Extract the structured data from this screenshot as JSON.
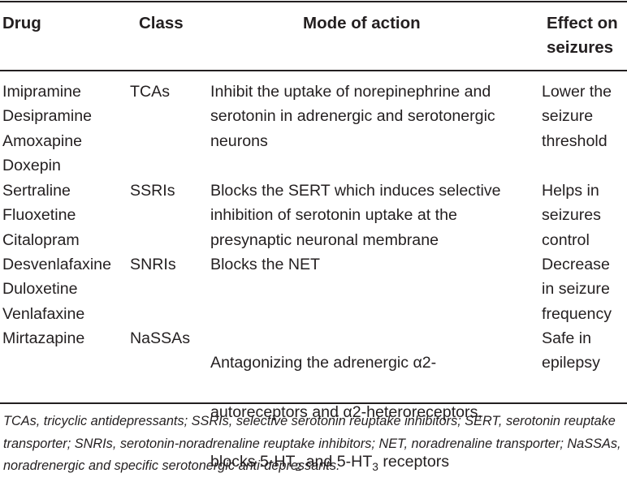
{
  "table": {
    "headers": {
      "drug": "Drug",
      "class": "Class",
      "mode": "Mode of action",
      "effect_line1": "Effect on",
      "effect_line2": "seizures"
    },
    "rows": [
      {
        "drugs": "Imipramine\nDesipramine\nAmoxapine\nDoxepin",
        "class": "TCAs",
        "mode": "Inhibit the uptake of norepinephrine and\nserotonin in adrenergic and serotonergic\nneurons",
        "effect": "Lower the\nseizure\nthreshold"
      },
      {
        "drugs": "Sertraline\nFluoxetine\nCitalopram",
        "class": "SSRIs",
        "mode": "Blocks the SERT which induces selective\ninhibition of serotonin uptake at the\npresynaptic neuronal membrane",
        "effect": "Helps in\nseizures\ncontrol"
      },
      {
        "drugs": "Desvenlafaxine\nDuloxetine\nVenlafaxine",
        "class": "SNRIs",
        "mode": "Blocks the NET",
        "effect": "Decrease\nin seizure\nfrequency"
      },
      {
        "drugs": "Mirtazapine",
        "class": "NaSSAs",
        "mode_line1": "Antagonizing the adrenergic α2-",
        "mode_line2": "autoreceptors and α2-heteroreceptors,",
        "mode_line3_a": "blocks 5-HT",
        "mode_line3_sub1": "2",
        "mode_line3_b": " and 5-HT",
        "mode_line3_sub2": "3",
        "mode_line3_c": " receptors",
        "effect": "Safe in\nepilepsy"
      }
    ]
  },
  "footnote": "TCAs, tricyclic antidepressants; SSRIs, selective serotonin reuptake inhibitors; SERT, serotonin reuptake transporter; SNRIs, serotonin-noradrenaline reuptake inhibitors; NET, noradrenaline transporter; NaSSAs, noradrenergic and specific serotonergic anti-depressants."
}
